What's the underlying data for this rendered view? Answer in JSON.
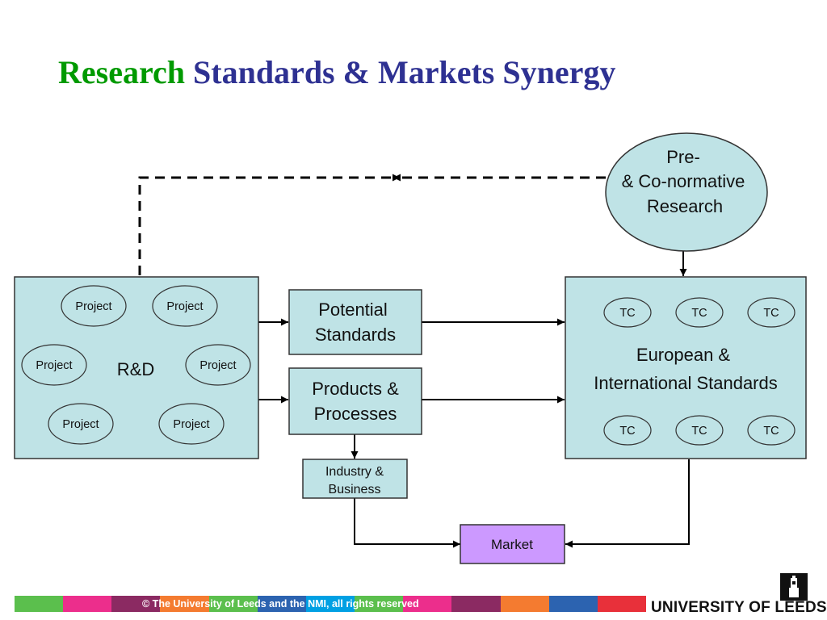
{
  "title": {
    "part1": "Research",
    "part2": "Standards & Markets Synergy"
  },
  "diagram": {
    "rd": {
      "label": "R&D",
      "projects": [
        "Project",
        "Project",
        "Project",
        "Project",
        "Project",
        "Project"
      ]
    },
    "potential": {
      "line1": "Potential",
      "line2": "Standards"
    },
    "products": {
      "line1": "Products &",
      "line2": "Processes"
    },
    "industry": {
      "line1": "Industry &",
      "line2": "Business"
    },
    "market": {
      "label": "Market"
    },
    "prenormative": {
      "line1": "Pre-",
      "line2": "& Co-normative",
      "line3": "Research"
    },
    "standards": {
      "line1": "European &",
      "line2": "International Standards",
      "tcs": [
        "TC",
        "TC",
        "TC",
        "TC",
        "TC",
        "TC"
      ]
    }
  },
  "footer": {
    "copyright": "© The University of Leeds and the NMI, all rights reserved",
    "logo_text": "UNIVERSITY OF LEEDS",
    "bar_colors": [
      "#5bbf4d",
      "#ec2e8c",
      "#8b2a62",
      "#f47b30",
      "#5bbf4d",
      "#2c63b0",
      "#00a0e3",
      "#5bbf4d",
      "#ec2e8c",
      "#8b2a62",
      "#f47b30",
      "#2c63b0",
      "#e8303a"
    ]
  },
  "colors": {
    "box_fill": "#bfe3e6",
    "market_fill": "#cc99ff",
    "title_green": "#009a00",
    "title_blue": "#2e3192"
  }
}
